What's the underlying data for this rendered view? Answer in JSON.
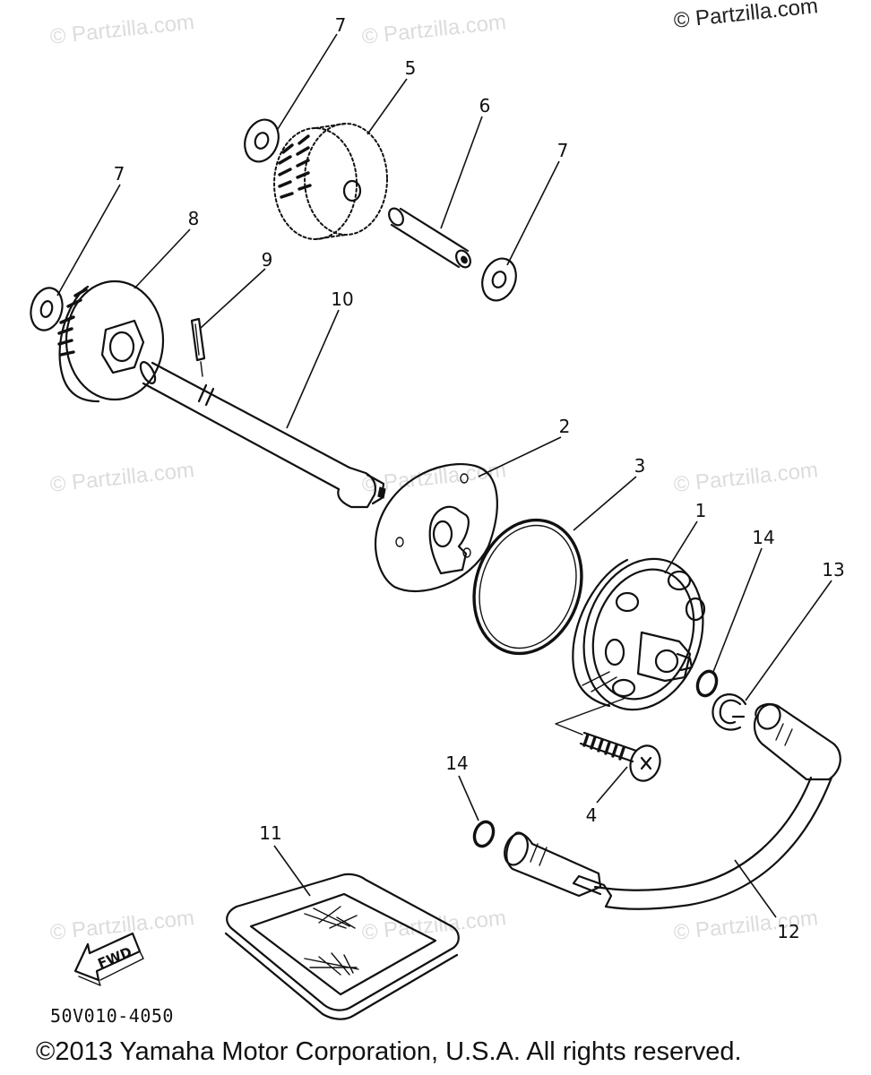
{
  "watermark": {
    "site": "© Partzilla.com",
    "copyright_top": "© Partzilla.com"
  },
  "diagram": {
    "code": "50V010-4050",
    "fwd_label": "FWD",
    "callouts": [
      "7",
      "5",
      "6",
      "7",
      "8",
      "9",
      "10",
      "2",
      "3",
      "1",
      "14",
      "13",
      "4",
      "14",
      "11",
      "12"
    ]
  },
  "footer": {
    "copyright": "©2013 Yamaha Motor Corporation, U.S.A. All rights reserved."
  }
}
